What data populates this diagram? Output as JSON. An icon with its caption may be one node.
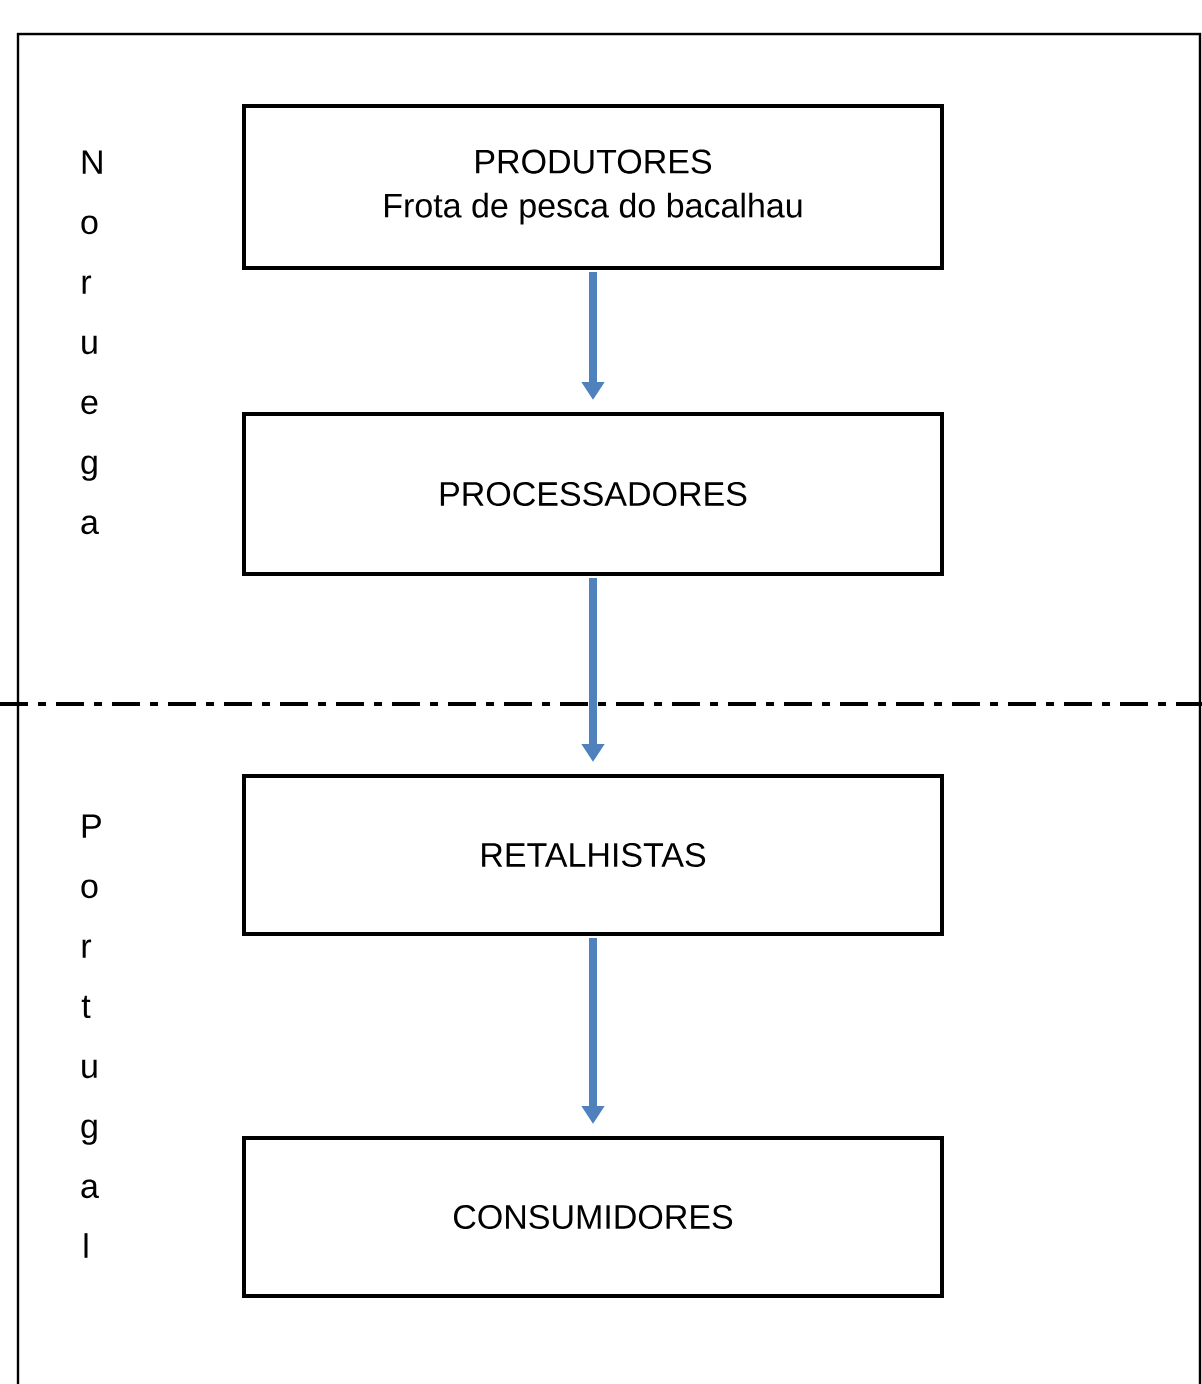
{
  "diagram": {
    "nodes": [
      {
        "text": [
          "PRODUTORES",
          "Frota de pesca do bacalhau"
        ]
      },
      {
        "text": [
          "PROCESSADORES"
        ]
      },
      {
        "text": [
          "RETALHISTAS"
        ]
      },
      {
        "text": [
          "CONSUMIDORES"
        ]
      }
    ],
    "edges": [
      {
        "from": 0,
        "to": 1,
        "arrow": "to"
      },
      {
        "from": 1,
        "to": 2,
        "arrow": "to"
      },
      {
        "from": 2,
        "to": 3,
        "arrow": "to"
      }
    ],
    "labels": [
      "Noruega",
      "Portugal"
    ]
  }
}
